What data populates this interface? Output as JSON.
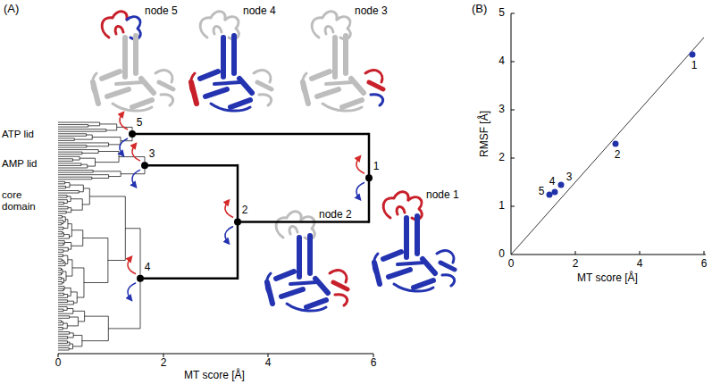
{
  "diagram": {
    "labels": [
      "(A)",
      "node 5",
      "node 4",
      "node 3",
      "ATP lid",
      "AMP lid",
      "core domain",
      "5",
      "3",
      "1",
      "2",
      "4",
      "node 2",
      "node 1",
      "0",
      "2",
      "4",
      "6",
      "MT score  [Å]",
      "(B)",
      "5",
      "4",
      "3",
      "2",
      "1",
      "0",
      "RMSF  [Å]",
      "4",
      "5",
      "3",
      "2",
      "1",
      "0",
      "2",
      "4",
      "6",
      "MT score  [Å]"
    ]
  }
}
